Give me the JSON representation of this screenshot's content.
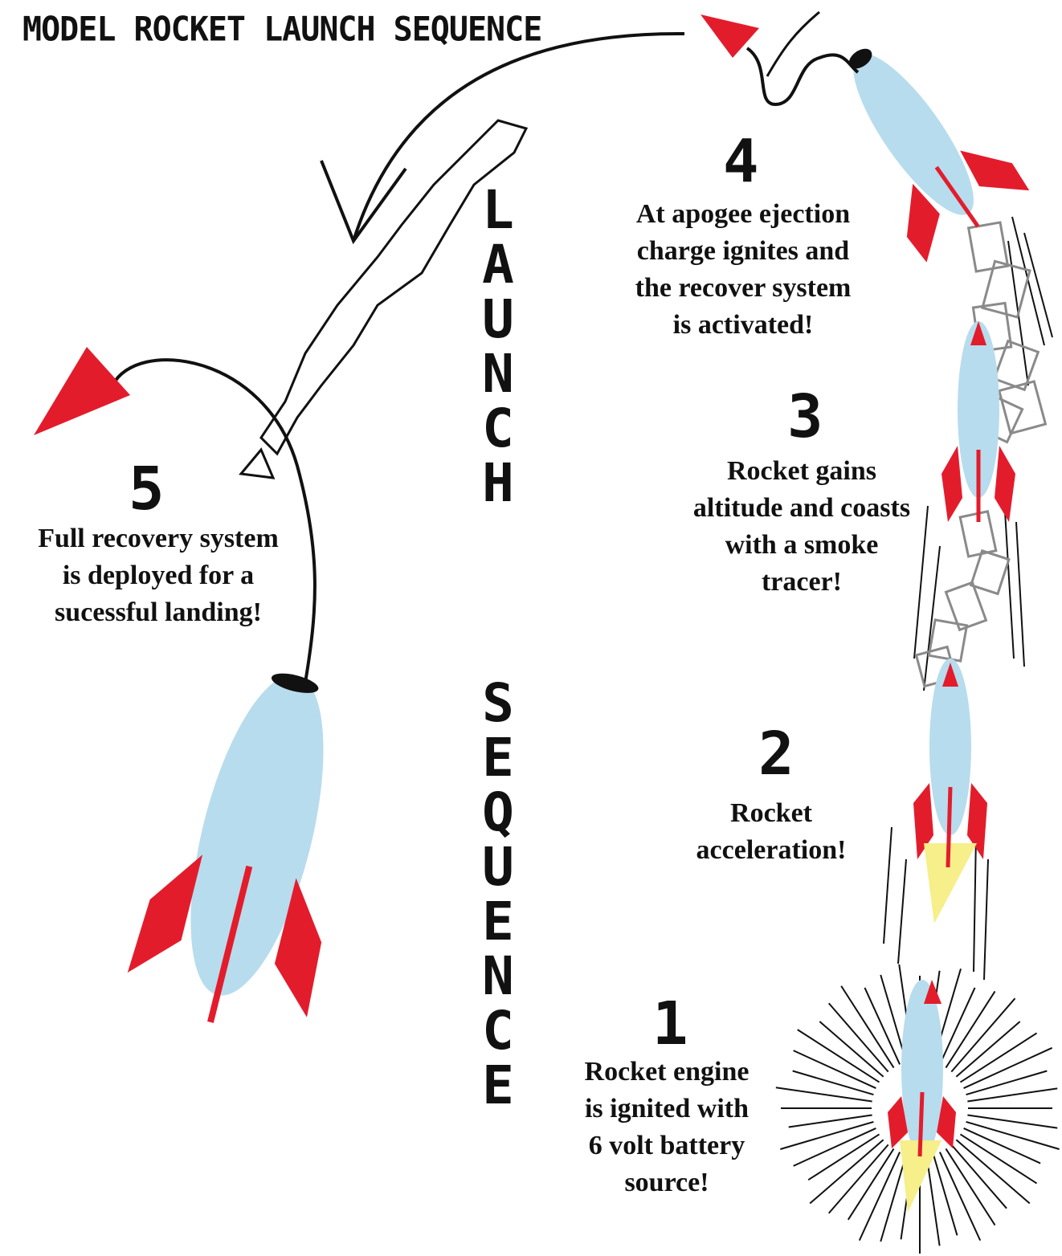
{
  "title": "MODEL ROCKET LAUNCH SEQUENCE",
  "vertical_words": [
    {
      "word": "LAUNCH",
      "letters": [
        "L",
        "A",
        "U",
        "N",
        "C",
        "H"
      ]
    },
    {
      "word": "SEQUENCE",
      "letters": [
        "S",
        "E",
        "Q",
        "U",
        "E",
        "N",
        "C",
        "E"
      ]
    }
  ],
  "steps": [
    {
      "number": "1",
      "text": "Rocket engine\nis ignited with\n6 volt battery\nsource!"
    },
    {
      "number": "2",
      "text": "Rocket\nacceleration!"
    },
    {
      "number": "3",
      "text": "Rocket gains\naltitude and coasts\nwith a smoke\ntracer!"
    },
    {
      "number": "4",
      "text": "At apogee ejection\ncharge ignites and\nthe recover system\nis activated!"
    },
    {
      "number": "5",
      "text": "Full recovery system\nis deployed for a\nsucessful landing!"
    }
  ],
  "colors": {
    "rocket_body": "#b7dced",
    "fins": "#e31c2c",
    "flame": "#f6ef8a",
    "smoke": "#8a8a8a",
    "ink": "#111111"
  }
}
